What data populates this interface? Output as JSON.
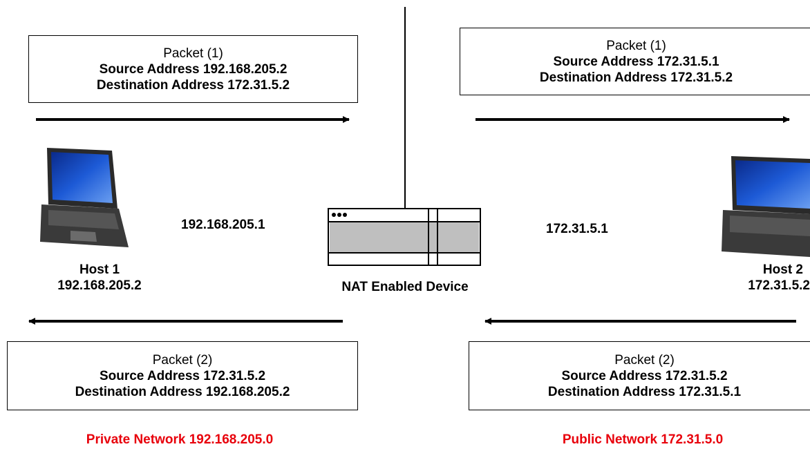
{
  "colors": {
    "network_label": "#e8000b",
    "line": "#000000",
    "device_body": "#bfbfbf"
  },
  "packets": {
    "left_top": {
      "title": "Packet (1)",
      "source": "Source Address 192.168.205.2",
      "destination": "Destination Address 172.31.5.2"
    },
    "right_top": {
      "title": "Packet (1)",
      "source": "Source Address 172.31.5.1",
      "destination": "Destination Address 172.31.5.2"
    },
    "left_bottom": {
      "title": "Packet (2)",
      "source": "Source Address 172.31.5.2",
      "destination": "Destination Address 192.168.205.2"
    },
    "right_bottom": {
      "title": "Packet (2)",
      "source": "Source Address 172.31.5.2",
      "destination": "Destination Address 172.31.5.1"
    }
  },
  "hosts": {
    "host1": {
      "name": "Host 1",
      "ip": "192.168.205.2",
      "icon": "laptop-icon"
    },
    "host2": {
      "name": "Host 2",
      "ip": "172.31.5.2",
      "icon": "laptop-icon"
    }
  },
  "interfaces": {
    "private": "192.168.205.1",
    "public": "172.31.5.1"
  },
  "device": {
    "label": "NAT Enabled Device",
    "icon": "router-icon"
  },
  "networks": {
    "private": "Private Network 192.168.205.0",
    "public": "Public Network 172.31.5.0"
  }
}
